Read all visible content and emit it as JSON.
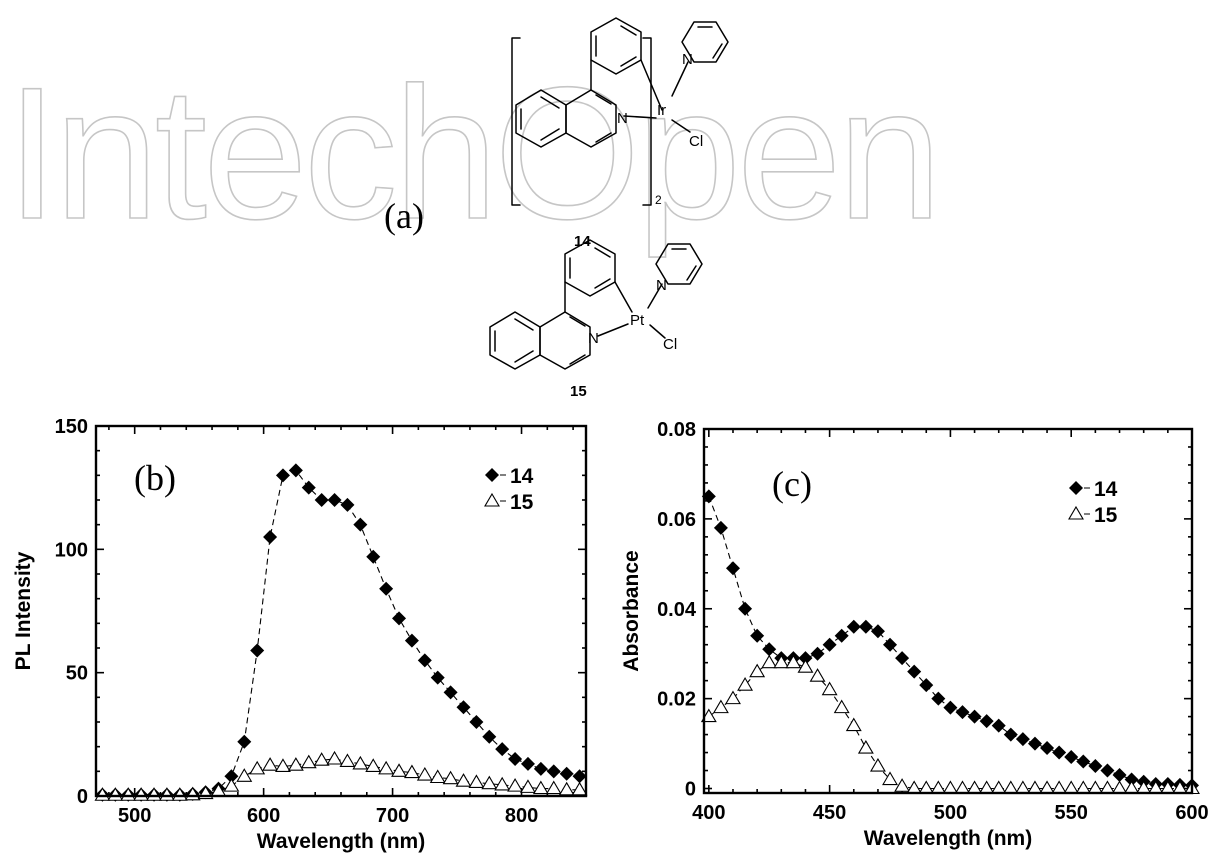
{
  "watermark": "IntechOpen",
  "figure_labels": {
    "a": "(a)",
    "b": "(b)",
    "c": "(c)"
  },
  "structures": [
    {
      "compound": "14",
      "metal": "Ir",
      "ligand_atoms": [
        "N",
        "N"
      ],
      "halide": "Cl",
      "subscript": "2"
    },
    {
      "compound": "15",
      "metal": "Pt",
      "ligand_atoms": [
        "N",
        "N"
      ],
      "halide": "Cl"
    }
  ],
  "colors": {
    "series_14": "#000000",
    "series_15": "#ffffff",
    "watermark": "#c6c6c6"
  },
  "chart_data": [
    {
      "type": "scatter",
      "panel_label": "(b)",
      "xlabel": "Wavelength (nm)",
      "ylabel": "PL Intensity",
      "xlim": [
        470,
        850
      ],
      "ylim": [
        0,
        150
      ],
      "xticks": [
        500,
        600,
        700,
        800
      ],
      "yticks": [
        0,
        50,
        100,
        150
      ],
      "legend_position": "top-right",
      "grid": false,
      "series": [
        {
          "name": "14",
          "marker": "filled-diamond",
          "x": [
            475,
            485,
            495,
            505,
            515,
            525,
            535,
            545,
            555,
            565,
            575,
            585,
            595,
            605,
            615,
            625,
            635,
            645,
            655,
            665,
            675,
            685,
            695,
            705,
            715,
            725,
            735,
            745,
            755,
            765,
            775,
            785,
            795,
            805,
            815,
            825,
            835,
            845
          ],
          "y": [
            0.5,
            0.5,
            0.5,
            0.5,
            0.5,
            0.5,
            0.5,
            0.8,
            1.5,
            3,
            8,
            22,
            59,
            105,
            130,
            132,
            125,
            120,
            120,
            118,
            110,
            97,
            84,
            72,
            63,
            55,
            48,
            42,
            36,
            30,
            24,
            19,
            15,
            13,
            11,
            10,
            9,
            8
          ]
        },
        {
          "name": "15",
          "marker": "open-triangle",
          "x": [
            475,
            485,
            495,
            505,
            515,
            525,
            535,
            545,
            555,
            565,
            575,
            585,
            595,
            605,
            615,
            625,
            635,
            645,
            655,
            665,
            675,
            685,
            695,
            705,
            715,
            725,
            735,
            745,
            755,
            765,
            775,
            785,
            795,
            805,
            815,
            825,
            835,
            845
          ],
          "y": [
            0.3,
            0.3,
            0.3,
            0.3,
            0.3,
            0.3,
            0.3,
            0.5,
            1,
            2,
            4,
            8,
            11,
            12.5,
            12,
            12.5,
            13.5,
            14.5,
            15,
            14,
            13,
            12,
            11,
            10,
            9.5,
            8.5,
            7.5,
            7,
            6,
            5.5,
            5,
            4.5,
            4,
            3.5,
            3,
            3,
            2.5,
            2.5
          ]
        }
      ]
    },
    {
      "type": "scatter",
      "panel_label": "(c)",
      "xlabel": "Wavelength (nm)",
      "ylabel": "Absorbance",
      "xlim": [
        398,
        600
      ],
      "ylim": [
        -0.001,
        0.08
      ],
      "xticks": [
        400,
        450,
        500,
        550,
        600
      ],
      "yticks": [
        0,
        0.02,
        0.04,
        0.06,
        0.08
      ],
      "ytick_labels": [
        "0",
        "0.02",
        "0.04",
        "0.06",
        "0.08"
      ],
      "legend_position": "top-right",
      "grid": false,
      "series": [
        {
          "name": "14",
          "marker": "filled-diamond",
          "x": [
            400,
            405,
            410,
            415,
            420,
            425,
            430,
            435,
            440,
            445,
            450,
            455,
            460,
            465,
            470,
            475,
            480,
            485,
            490,
            495,
            500,
            505,
            510,
            515,
            520,
            525,
            530,
            535,
            540,
            545,
            550,
            555,
            560,
            565,
            570,
            575,
            580,
            585,
            590,
            595,
            600
          ],
          "y": [
            0.065,
            0.058,
            0.049,
            0.04,
            0.034,
            0.031,
            0.029,
            0.029,
            0.029,
            0.03,
            0.032,
            0.034,
            0.036,
            0.036,
            0.035,
            0.032,
            0.029,
            0.026,
            0.023,
            0.02,
            0.018,
            0.017,
            0.016,
            0.015,
            0.014,
            0.012,
            0.011,
            0.01,
            0.009,
            0.008,
            0.007,
            0.006,
            0.005,
            0.004,
            0.003,
            0.002,
            0.0015,
            0.001,
            0.001,
            0.0008,
            0.0007
          ]
        },
        {
          "name": "15",
          "marker": "open-triangle",
          "x": [
            400,
            405,
            410,
            415,
            420,
            425,
            430,
            435,
            440,
            445,
            450,
            455,
            460,
            465,
            470,
            475,
            480,
            485,
            490,
            495,
            500,
            505,
            510,
            515,
            520,
            525,
            530,
            535,
            540,
            545,
            550,
            555,
            560,
            565,
            570,
            575,
            580,
            585,
            590,
            595,
            600
          ],
          "y": [
            0.016,
            0.018,
            0.02,
            0.023,
            0.026,
            0.028,
            0.028,
            0.028,
            0.027,
            0.025,
            0.022,
            0.018,
            0.014,
            0.009,
            0.005,
            0.002,
            0.0005,
            0,
            0,
            0,
            0,
            0,
            0,
            0,
            0,
            0,
            0,
            0,
            0,
            0,
            0,
            0,
            0,
            0,
            0,
            0,
            0,
            0,
            0,
            0,
            0
          ]
        }
      ]
    }
  ]
}
